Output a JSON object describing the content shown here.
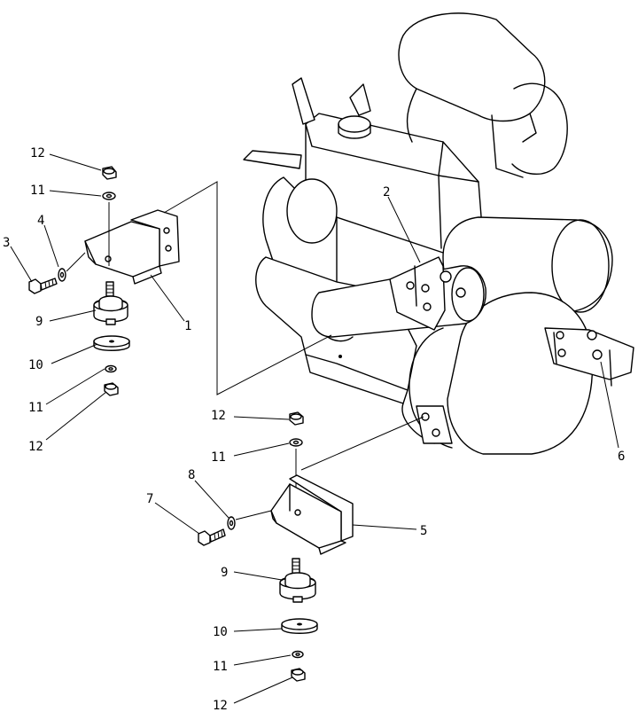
{
  "callouts": [
    {
      "id": "c1",
      "text": "1"
    },
    {
      "id": "c2",
      "text": "2"
    },
    {
      "id": "c3",
      "text": "3"
    },
    {
      "id": "c4",
      "text": "4"
    },
    {
      "id": "c5",
      "text": "5"
    },
    {
      "id": "c6",
      "text": "6"
    },
    {
      "id": "c7",
      "text": "7"
    },
    {
      "id": "c8",
      "text": "8"
    },
    {
      "id": "c9a",
      "text": "9"
    },
    {
      "id": "c9b",
      "text": "9"
    },
    {
      "id": "c10a",
      "text": "10"
    },
    {
      "id": "c10b",
      "text": "10"
    },
    {
      "id": "c11a",
      "text": "11"
    },
    {
      "id": "c11b",
      "text": "11"
    },
    {
      "id": "c11c",
      "text": "11"
    },
    {
      "id": "c11d",
      "text": "11"
    },
    {
      "id": "c12a",
      "text": "12"
    },
    {
      "id": "c12b",
      "text": "12"
    },
    {
      "id": "c12c",
      "text": "12"
    },
    {
      "id": "c12d",
      "text": "12"
    }
  ]
}
